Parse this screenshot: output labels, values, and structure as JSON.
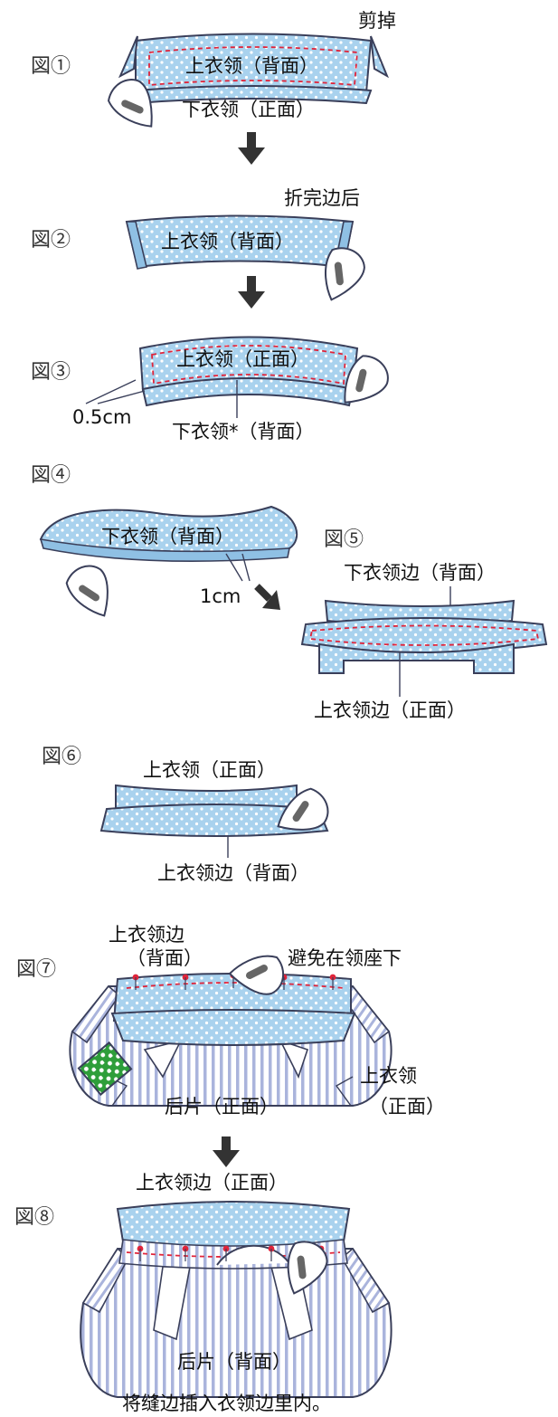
{
  "figures": [
    {
      "label": "図①"
    },
    {
      "label": "図②"
    },
    {
      "label": "図③"
    },
    {
      "label": "図④"
    },
    {
      "label": "図⑤"
    },
    {
      "label": "図⑥"
    },
    {
      "label": "図⑦"
    },
    {
      "label": "図⑧"
    }
  ],
  "labels": {
    "f1_cut": "剪掉",
    "f1_upper": "上衣领（背面）",
    "f1_lower": "下衣领（正面）",
    "f2_after": "折完边后",
    "f2_upper": "上衣领（背面）",
    "f3_upper": "上衣领（正面）",
    "f3_measure": "0.5cm",
    "f3_lower": "下衣领*（背面）",
    "f4_lower": "下衣领（背面）",
    "f4_measure": "1cm",
    "f5_lower_edge": "下衣领边（背面）",
    "f5_upper_edge": "上衣领边（正面）",
    "f6_upper": "上衣领（正面）",
    "f6_edge": "上衣领边（背面）",
    "f7_edge_line1": "上衣领边",
    "f7_edge_line2": "（背面）",
    "f7_avoid": "避免在领座下",
    "f7_collar_line1": "上衣领",
    "f7_collar_line2": "（正面）",
    "f7_back": "后片（正面）",
    "f8_edge": "上衣领边（正面）",
    "f8_back": "后片（背面）",
    "f8_note": "将缝边插入衣领边里内。"
  },
  "colors": {
    "collar_blue": "#a9d2ee",
    "dot": "#ffffff",
    "stitch": "#e0243a",
    "outline": "#3a3f5a",
    "stripe": "#aab4dc",
    "pin": "#e0243a",
    "green_patch": "#2e9e3a",
    "arrow": "#333333"
  },
  "icons": [
    "iron-icon",
    "down-arrow-icon",
    "diagonal-arrow-icon",
    "pin-icon"
  ]
}
